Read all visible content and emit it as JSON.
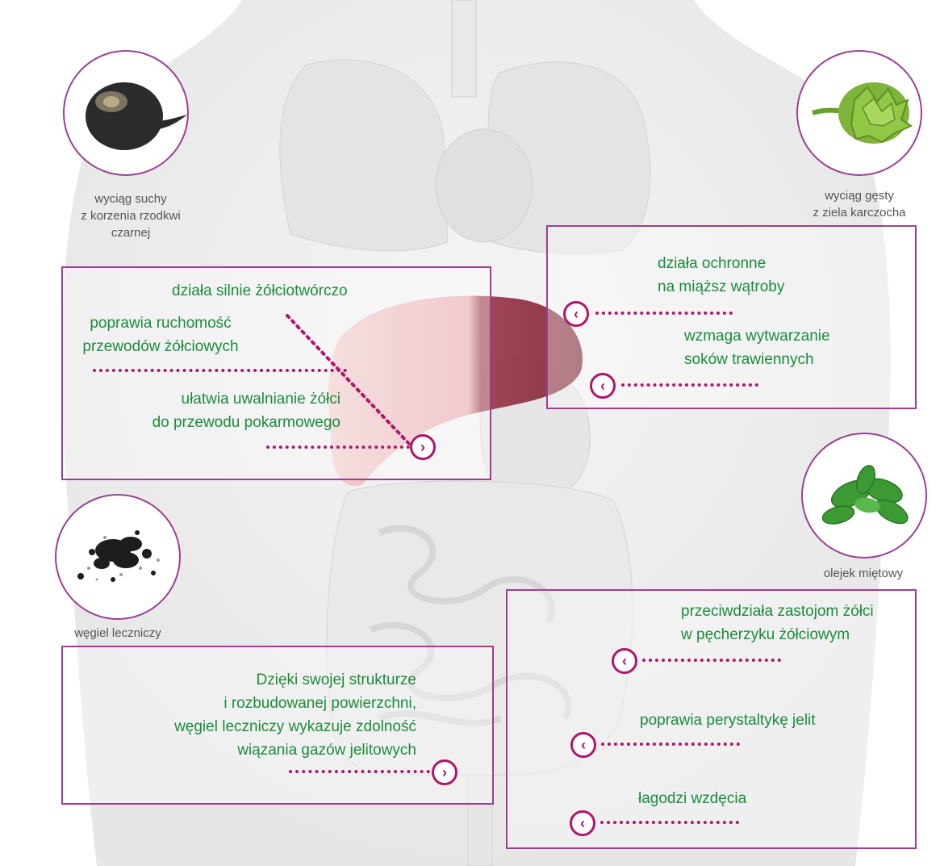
{
  "ingredients": {
    "radish": {
      "icon": "black-radish-icon",
      "label_lines": [
        "wyciąg suchy",
        "z korzenia rzodkwi",
        "czarnej"
      ]
    },
    "artichoke": {
      "icon": "artichoke-icon",
      "label_lines": [
        "wyciąg gęsty",
        "z ziela karczocha"
      ]
    },
    "charcoal": {
      "icon": "charcoal-icon",
      "label_lines": [
        "węgiel leczniczy"
      ]
    },
    "mint": {
      "icon": "mint-leaves-icon",
      "label_lines": [
        "olejek miętowy"
      ]
    }
  },
  "benefits": {
    "radish_box": [
      {
        "lines": [
          "działa silnie żółciotwórczo"
        ]
      },
      {
        "lines": [
          "poprawia ruchomość",
          "przewodów żółciowych"
        ]
      },
      {
        "lines": [
          "ułatwia uwalnianie żółci",
          "do przewodu pokarmowego"
        ]
      }
    ],
    "artichoke_box": [
      {
        "lines": [
          "działa ochronne",
          "na miąższ wątroby"
        ]
      },
      {
        "lines": [
          "wzmaga wytwarzanie",
          "soków trawiennych"
        ]
      }
    ],
    "charcoal_box": [
      {
        "lines": [
          "Dzięki swojej strukturze",
          "i rozbudowanej powierzchni,",
          "węgiel leczniczy wykazuje zdolność",
          "wiązania gazów jelitowych"
        ]
      }
    ],
    "mint_box": [
      {
        "lines": [
          "przeciwdziała zastojom żółci",
          "w pęcherzyku żółciowym"
        ]
      },
      {
        "lines": [
          "poprawia perystaltykę jelit"
        ]
      },
      {
        "lines": [
          "łagodzi wzdęcia"
        ]
      }
    ]
  },
  "colors": {
    "accent_purple": "#9c3f91",
    "dotted_magenta": "#b0156b",
    "benefit_green": "#1b8c3a",
    "liver": "#8b2a3a"
  }
}
